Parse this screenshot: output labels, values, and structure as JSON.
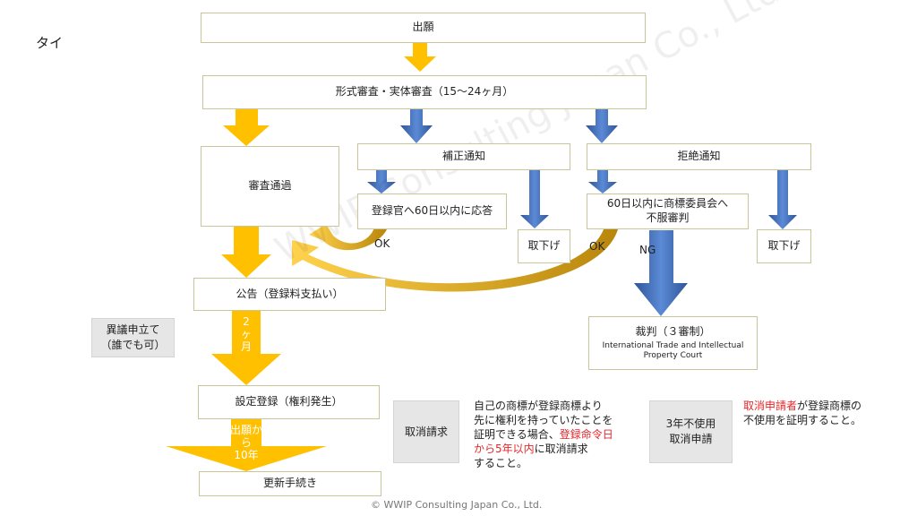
{
  "country": "タイ",
  "watermark": "WWIP Consulting Japan Co., Ltd.",
  "copyright": "© WWIP Consulting Japan Co., Ltd.",
  "boxes": {
    "application": "出願",
    "examination": "形式審査・実体審査（15～24ヶ月）",
    "passed": "審査通過",
    "amendment_notice": "補正通知",
    "reply_60": "登録官へ60日以内に応答",
    "withdraw_1": "取下げ",
    "rejection_notice": "拒絶通知",
    "appeal_line1": "60日以内に商標委員会へ",
    "appeal_line2": "不服審判",
    "withdraw_2": "取下げ",
    "publication": "公告（登録料支払い）",
    "opposition_line1": "異議申立て",
    "opposition_line2": "（誰でも可）",
    "court_title": "裁判（３審制）",
    "court_sub_line1": "International Trade and Intellectual",
    "court_sub_line2": "Property Court",
    "registration": "設定登録（権利発生）",
    "cancellation": "取消請求",
    "nonuse_line1": "3年不使用",
    "nonuse_line2": "取消申請",
    "renewal": "更新手続き"
  },
  "labels": {
    "ok_1": "OK",
    "ok_2": "OK",
    "ng": "NG",
    "two_months": [
      "2",
      "ヶ",
      "月"
    ],
    "ten_years_line1": "出願から",
    "ten_years_line2": "10年"
  },
  "notes": {
    "cancel_line1": "自己の商標が登録商標より",
    "cancel_line2": "先に権利を持っていたことを",
    "cancel_line3_a": "証明できる場合、",
    "cancel_line3_b": "登録命令日",
    "cancel_line4_a": "から5年以内",
    "cancel_line4_b": "に取消請求",
    "cancel_line5": "すること。",
    "nonuse_line1_a": "取消申請者",
    "nonuse_line1_b": "が登録商標の",
    "nonuse_line2": "不使用を証明すること。"
  },
  "colors": {
    "yellow_arrow": "#ffc000",
    "blue_arrow": "#4472c4",
    "curved_arrow": "#c9a000",
    "box_border": "#c9c79a",
    "highlight_red": "#e8262a"
  }
}
